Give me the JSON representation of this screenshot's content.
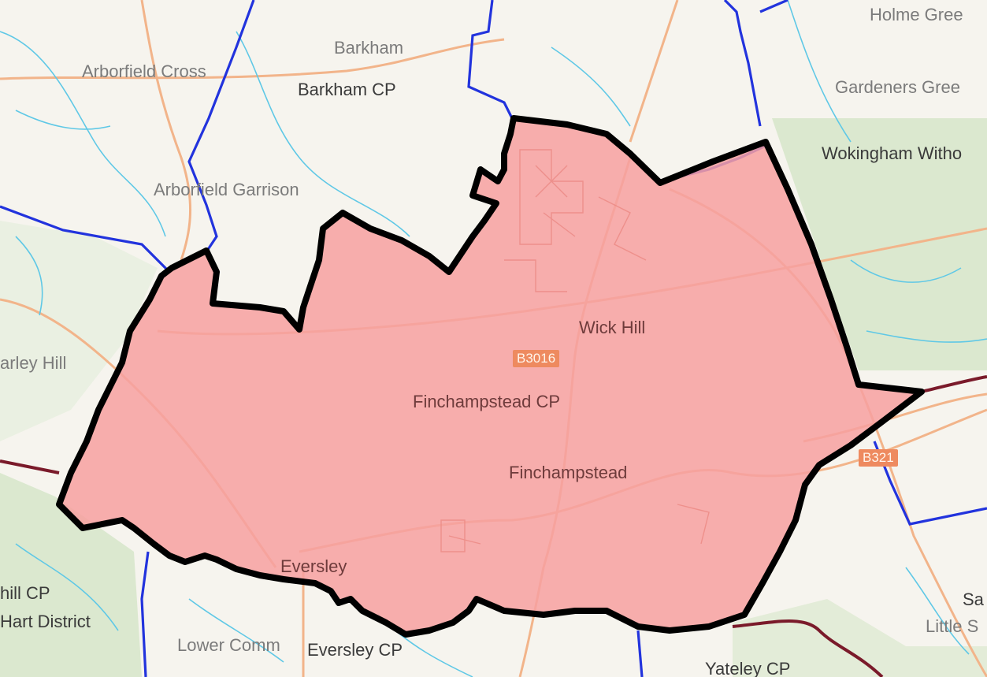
{
  "map": {
    "colors": {
      "highlight_fill": "#f7a0a0",
      "highlight_stroke": "#000000",
      "parish_boundary": "#2233dd",
      "district_boundary": "#7a1a2a",
      "water": "#5fc8e6",
      "road": "#f2b48a",
      "woodland": "#dbe8cf"
    },
    "highlighted_area": "Finchampstead CP",
    "labels": {
      "holme_green": "Holme Gree",
      "barkham": "Barkham",
      "arborfield_cross": "Arborfield Cross",
      "barkham_cp": "Barkham CP",
      "gardeners_green": "Gardeners Gree",
      "wokingham_without": "Wokingham Witho",
      "arborfield_garrison": "Arborfield Garrison",
      "wick_hill": "Wick Hill",
      "arley_hill": "arley Hill",
      "finchampstead_cp": "Finchampstead CP",
      "finchampstead": "Finchampstead",
      "eversley": "Eversley",
      "hill_cp": "hill CP",
      "hart_district": "Hart District",
      "lower_common": "Lower Comm",
      "eversley_cp": "Eversley CP",
      "yateley_cp": "Yateley CP",
      "sa": "Sa",
      "little_s": "Little S"
    },
    "road_shields": {
      "b3016": "B3016",
      "b321": "B321"
    }
  }
}
